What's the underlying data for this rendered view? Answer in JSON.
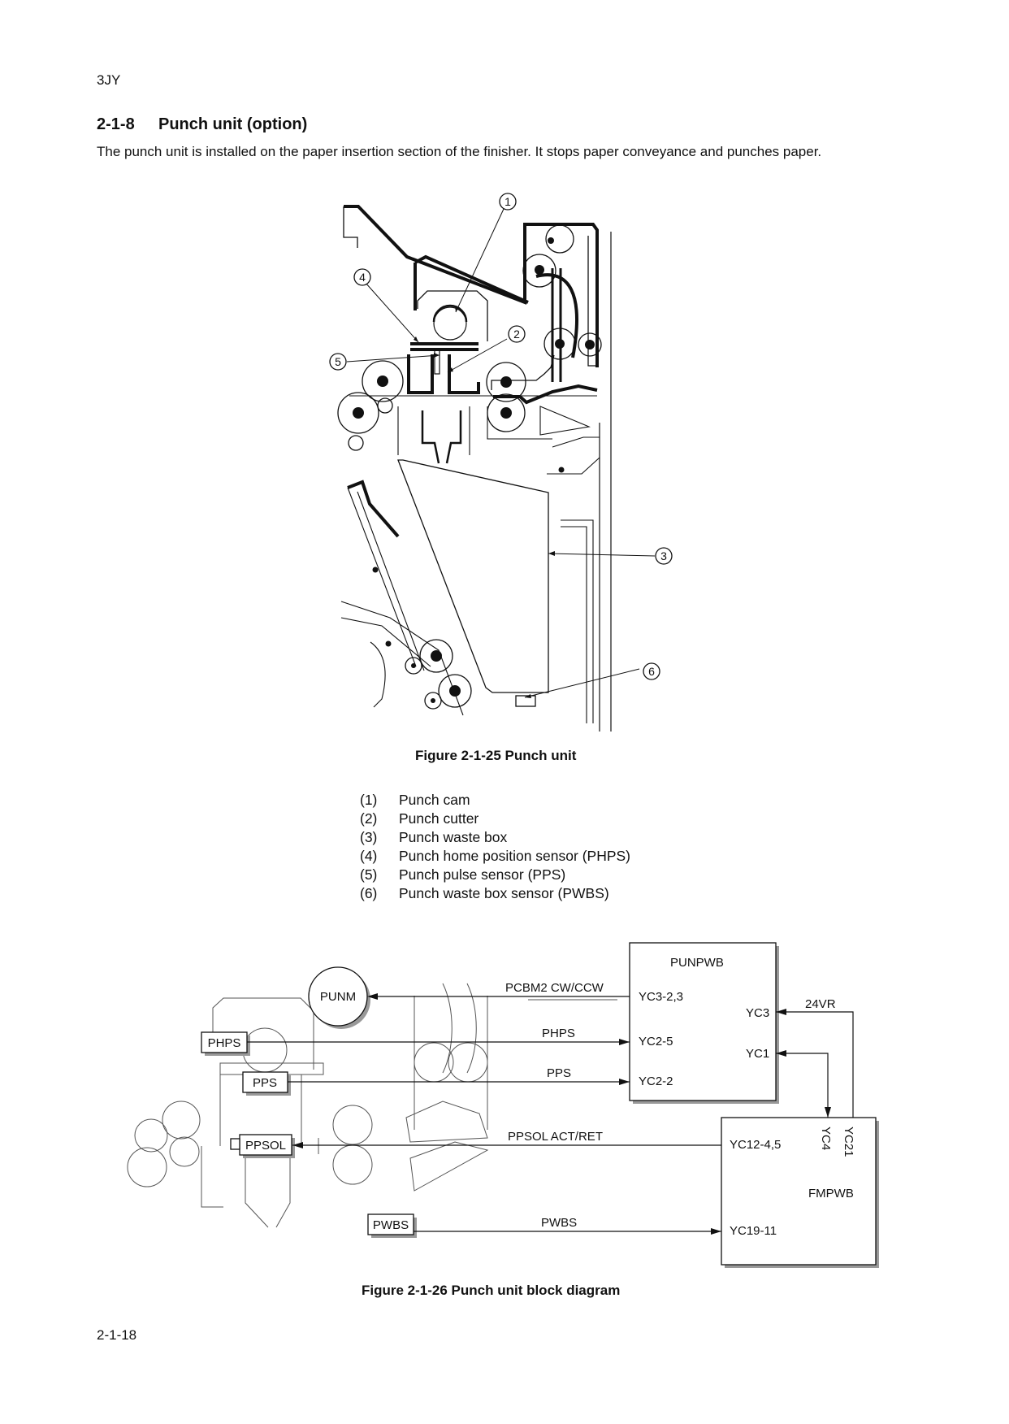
{
  "header": {
    "doc_code": "3JY"
  },
  "section": {
    "number": "2-1-8",
    "title": "Punch unit (option)",
    "intro": "The punch unit is installed on the paper insertion section of the finisher. It stops paper conveyance and punches paper."
  },
  "figure1": {
    "caption": "Figure 2-1-25 Punch unit",
    "callouts": [
      "1",
      "2",
      "3",
      "4",
      "5",
      "6"
    ]
  },
  "legend": [
    {
      "num": "(1)",
      "label": "Punch cam"
    },
    {
      "num": "(2)",
      "label": "Punch cutter"
    },
    {
      "num": "(3)",
      "label": "Punch waste box"
    },
    {
      "num": "(4)",
      "label": "Punch home position sensor (PHPS)"
    },
    {
      "num": "(5)",
      "label": "Punch pulse sensor (PPS)"
    },
    {
      "num": "(6)",
      "label": "Punch waste box sensor (PWBS)"
    }
  ],
  "figure2": {
    "caption": "Figure 2-1-26 Punch unit block diagram",
    "components": {
      "punm": "PUNM",
      "phps": "PHPS",
      "pps": "PPS",
      "ppsol": "PPSOL",
      "pwbs": "PWBS"
    },
    "boards": {
      "punpwb": {
        "name": "PUNPWB",
        "yc3_23": "YC3-2,3",
        "yc2_5": "YC2-5",
        "yc2_2": "YC2-2",
        "yc3": "YC3",
        "yc1": "YC1"
      },
      "fmpwb": {
        "name": "FMPWB",
        "yc12_45": "YC12-4,5",
        "yc19_11": "YC19-11",
        "yc4": "YC4",
        "yc21": "YC21"
      }
    },
    "signals": {
      "pcbm2": "PCBM2 CW/CCW",
      "phps": "PHPS",
      "pps": "PPS",
      "ppsol": "PPSOL ACT/RET",
      "pwbs": "PWBS",
      "v24": "24VR"
    }
  },
  "footer": {
    "page_number": "2-1-18"
  }
}
